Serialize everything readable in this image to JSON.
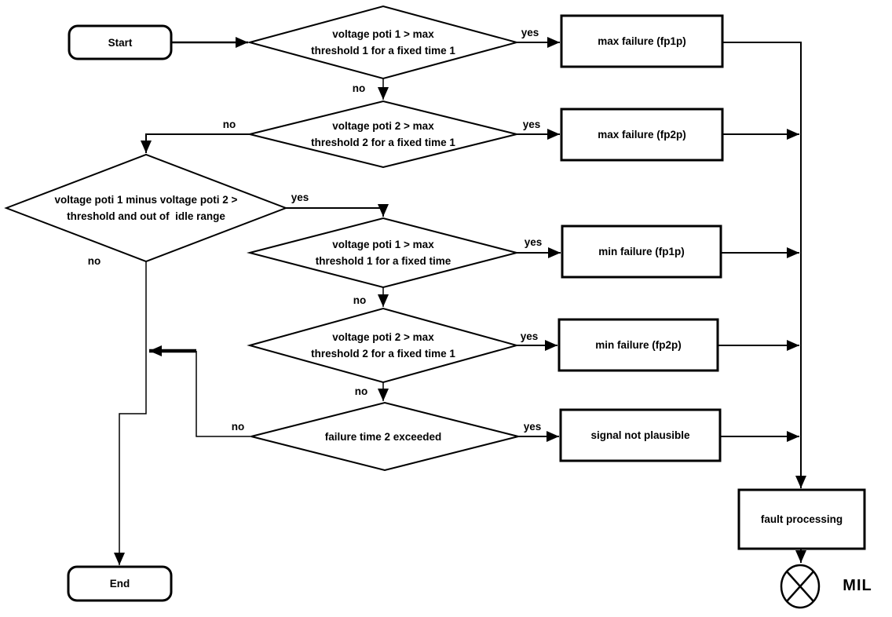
{
  "nodes": {
    "start": {
      "label": "Start"
    },
    "decision1": {
      "line1": "voltage poti 1 > max",
      "line2": "threshold 1 for a fixed time 1"
    },
    "process_max_fp1p": {
      "label": "max failure (fp1p)"
    },
    "decision2": {
      "line1": "voltage poti 2 > max",
      "line2": "threshold 2 for a fixed time 1"
    },
    "process_max_fp2p": {
      "label": "max failure (fp2p)"
    },
    "decision3": {
      "line1": "voltage poti 1 minus voltage poti 2 >",
      "line2": "threshold and out of  idle range"
    },
    "decision4": {
      "line1": "voltage poti 1 > max",
      "line2": "threshold 1 for a fixed time"
    },
    "process_min_fp1p": {
      "label": "min failure (fp1p)"
    },
    "decision5": {
      "line1": "voltage poti 2 > max",
      "line2": "threshold 2 for a fixed time 1"
    },
    "process_min_fp2p": {
      "label": "min failure (fp2p)"
    },
    "decision6": {
      "label": "failure time 2 exceeded"
    },
    "process_signal": {
      "label": "signal not plausible"
    },
    "process_fault": {
      "label": "fault processing"
    },
    "mil": {
      "label": "MIL"
    },
    "end": {
      "label": "End"
    }
  },
  "labels": {
    "d1_yes": "yes",
    "d1_no": "no",
    "d2_yes": "yes",
    "d2_no": "no",
    "d3_yes": "yes",
    "d3_no": "no",
    "d4_yes": "yes",
    "d4_no": "no",
    "d5_yes": "yes",
    "d5_no": "no",
    "d6_yes": "yes",
    "d6_no": "no"
  },
  "colors": {
    "stroke": "#000000",
    "background": "#ffffff"
  }
}
